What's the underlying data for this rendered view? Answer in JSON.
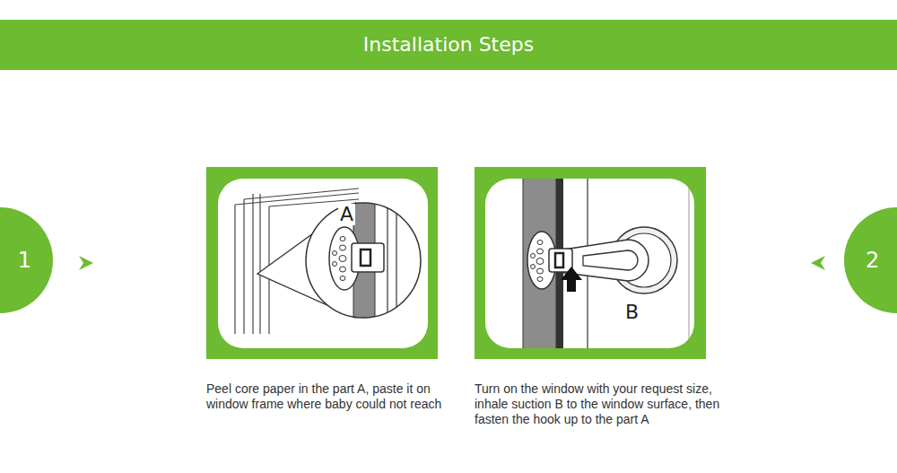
{
  "diagram": {
    "title": "Installation Steps",
    "nodes": [
      {
        "text": [
          "1"
        ]
      },
      {
        "text": [
          "2"
        ]
      }
    ],
    "labels": [
      "A",
      "B",
      "Peel core paper in the part A, paste it on window frame where baby could not reach",
      "Turn on the window with your request size, inhale suction B to the window surface, then fasten the hook up to the part A"
    ]
  }
}
